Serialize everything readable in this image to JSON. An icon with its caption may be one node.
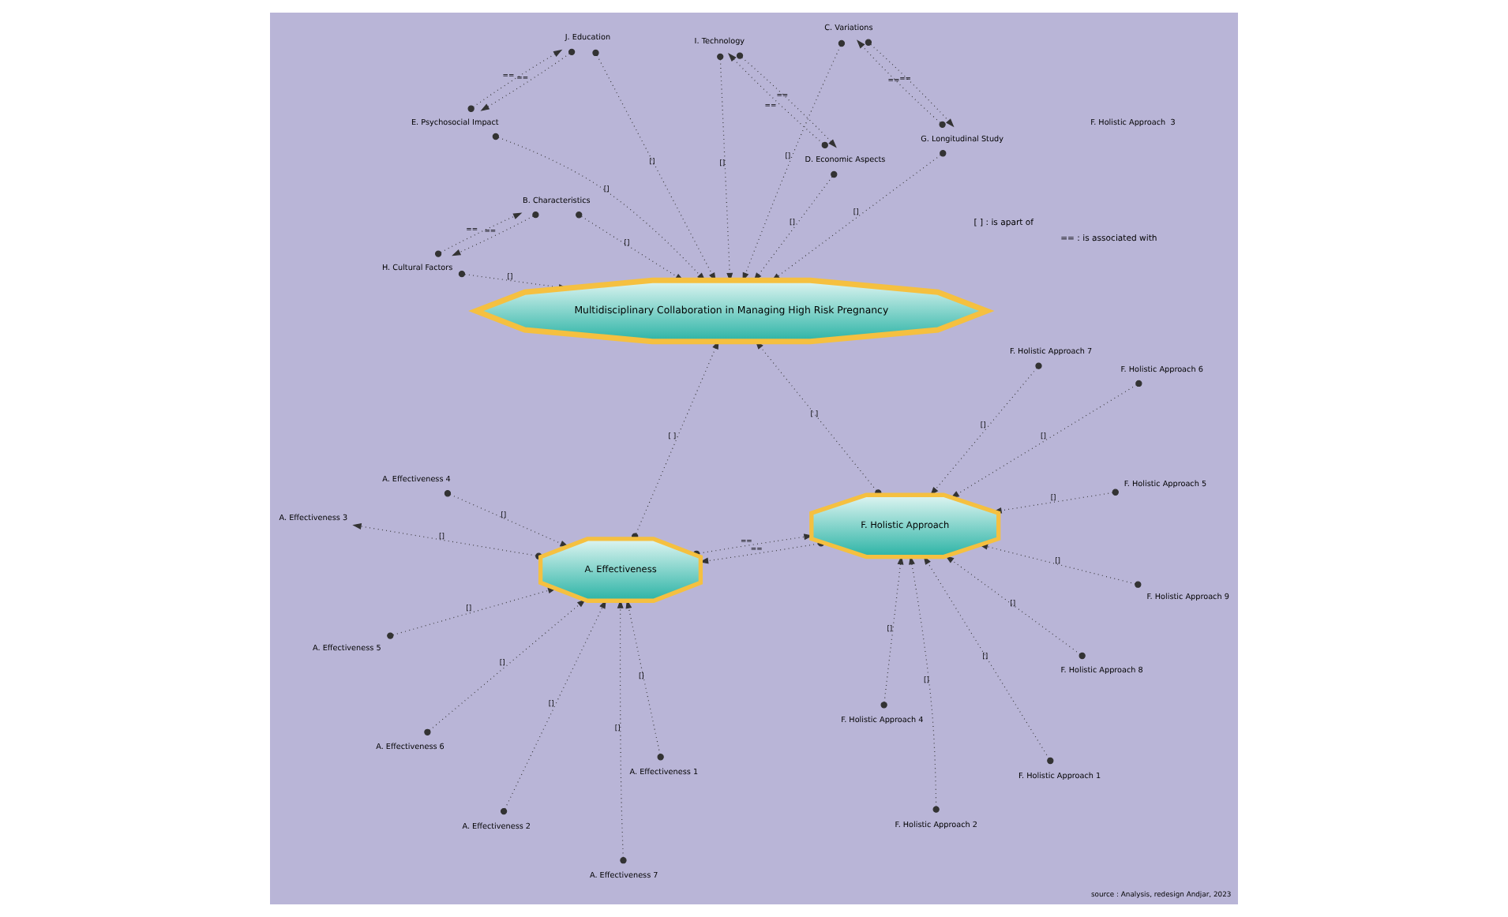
{
  "diagram": {
    "caption": "source : Analysis, redesign Andjar, 2023",
    "nodes": [
      {
        "text": [
          "A. Effectiveness"
        ]
      },
      {
        "text": [
          "A. Effectiveness 1"
        ]
      },
      {
        "text": [
          "A. Effectiveness 2"
        ]
      },
      {
        "text": [
          "A. Effectiveness 3"
        ]
      },
      {
        "text": [
          "A. Effectiveness 4"
        ]
      },
      {
        "text": [
          "A. Effectiveness 5"
        ]
      },
      {
        "text": [
          "A. Effectiveness 6"
        ]
      },
      {
        "text": [
          "A. Effectiveness 7"
        ]
      },
      {
        "text": [
          "F. Holistic Approach"
        ]
      },
      {
        "text": [
          "F. Holistic Approach 1"
        ]
      },
      {
        "text": [
          "F. Holistic Approach 2"
        ]
      },
      {
        "text": [
          "F. Holistic Approach  3"
        ]
      },
      {
        "text": [
          "F. Holistic Approach 4"
        ]
      },
      {
        "text": [
          "F. Holistic Approach 5"
        ]
      },
      {
        "text": [
          "F. Holistic Approach 6"
        ]
      },
      {
        "text": [
          "F. Holistic Approach 7"
        ]
      },
      {
        "text": [
          "F. Holistic Approach 8"
        ]
      },
      {
        "text": [
          "F. Holistic Approach 9"
        ]
      },
      {
        "text": [
          "Multidisciplinary Collaboration in Managing High Risk Pregnancy"
        ]
      },
      {
        "text": [
          "E. Psychosocial Impact"
        ]
      },
      {
        "text": [
          "J. Education"
        ]
      },
      {
        "text": [
          "B. Characteristics"
        ]
      },
      {
        "text": [
          "H. Cultural Factors"
        ]
      },
      {
        "text": [
          "C. Variations"
        ]
      },
      {
        "text": [
          "G. Longitudinal Study"
        ]
      },
      {
        "text": [
          "I. Technology"
        ]
      },
      {
        "text": [
          "D. Economic Aspects"
        ]
      }
    ],
    "edges": [
      {
        "from": 1,
        "to": 0,
        "arrow": "to",
        "label": "[]"
      },
      {
        "from": 2,
        "to": 0,
        "arrow": "to",
        "label": "[]"
      },
      {
        "from": 0,
        "to": 3,
        "arrow": "to",
        "label": "[]"
      },
      {
        "from": 4,
        "to": 0,
        "arrow": "to",
        "label": "[]"
      },
      {
        "from": 5,
        "to": 0,
        "arrow": "to",
        "label": "[]"
      },
      {
        "from": 6,
        "to": 0,
        "arrow": "to",
        "label": "[]"
      },
      {
        "from": 7,
        "to": 0,
        "arrow": "to",
        "label": "[]"
      },
      {
        "from": 0,
        "to": 8,
        "arrow": "to",
        "label": "=="
      },
      {
        "from": 8,
        "to": 0,
        "arrow": "to",
        "label": "=="
      },
      {
        "from": 0,
        "to": 18,
        "arrow": "to",
        "label": "[ ]"
      },
      {
        "from": 8,
        "to": 18,
        "arrow": "to",
        "label": "[ ]"
      },
      {
        "from": 9,
        "to": 8,
        "arrow": "to",
        "label": "[]"
      },
      {
        "from": 10,
        "to": 8,
        "arrow": "to",
        "label": "[]"
      },
      {
        "from": 12,
        "to": 8,
        "arrow": "to",
        "label": "[]"
      },
      {
        "from": 13,
        "to": 8,
        "arrow": "to",
        "label": "[]"
      },
      {
        "from": 14,
        "to": 8,
        "arrow": "to",
        "label": "[]"
      },
      {
        "from": 15,
        "to": 8,
        "arrow": "to",
        "label": "[]"
      },
      {
        "from": 16,
        "to": 8,
        "arrow": "to",
        "label": "[]"
      },
      {
        "from": 17,
        "to": 8,
        "arrow": "to",
        "label": "[]"
      },
      {
        "from": 19,
        "to": 18,
        "arrow": "to",
        "label": "[]"
      },
      {
        "from": 20,
        "to": 18,
        "arrow": "to",
        "label": "[]"
      },
      {
        "from": 21,
        "to": 18,
        "arrow": "to",
        "label": "[]"
      },
      {
        "from": 22,
        "to": 18,
        "arrow": "to",
        "label": "[]"
      },
      {
        "from": 23,
        "to": 18,
        "arrow": "to",
        "label": "[]"
      },
      {
        "from": 24,
        "to": 18,
        "arrow": "to",
        "label": "[]"
      },
      {
        "from": 26,
        "to": 18,
        "arrow": "to",
        "label": "[]"
      },
      {
        "from": 25,
        "to": 18,
        "arrow": "to",
        "label": "[]"
      },
      {
        "from": 19,
        "to": 20,
        "arrow": "to",
        "label": "=="
      },
      {
        "from": 20,
        "to": 19,
        "arrow": "to",
        "label": "=="
      },
      {
        "from": 21,
        "to": 22,
        "arrow": "to",
        "label": "=="
      },
      {
        "from": 22,
        "to": 21,
        "arrow": "to",
        "label": "=="
      },
      {
        "from": 23,
        "to": 24,
        "arrow": "to",
        "label": "=="
      },
      {
        "from": 24,
        "to": 23,
        "arrow": "to",
        "label": "=="
      },
      {
        "from": 26,
        "to": 25,
        "arrow": "to",
        "label": "=="
      },
      {
        "from": 25,
        "to": 26,
        "arrow": "to",
        "label": "=="
      }
    ],
    "labels": [
      "[ ] : is apart of",
      "== : is associated with"
    ]
  }
}
